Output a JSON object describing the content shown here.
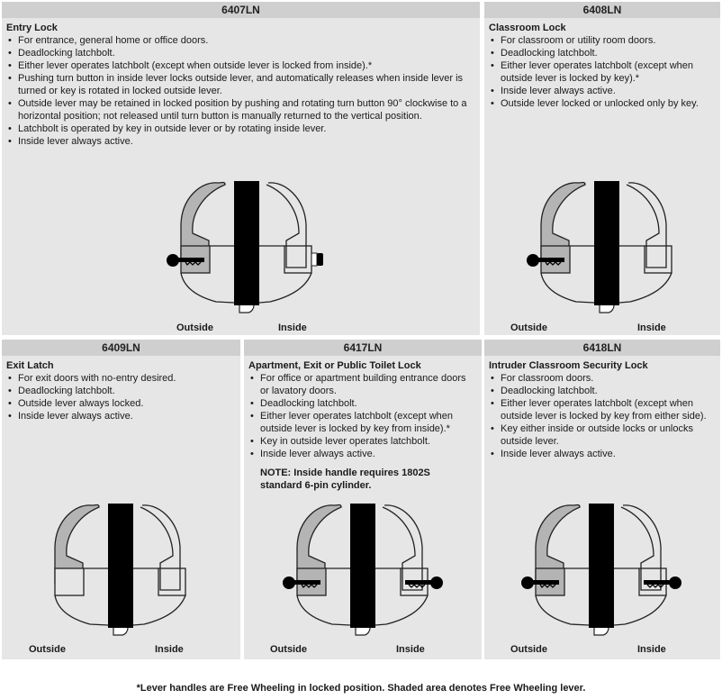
{
  "colors": {
    "panel_bg": "#e6e6e6",
    "header_bg": "#cfcfcf",
    "shaded_lever": "#b4b4b4",
    "door": "#000000"
  },
  "panels": {
    "p6407": {
      "code": "6407LN",
      "title": "Entry Lock",
      "bullets": [
        "For entrance, general home or office doors.",
        "Deadlocking latchbolt.",
        "Either lever operates latchbolt (except when outside lever is locked from inside).*",
        "Pushing turn button in inside lever locks outside lever, and automatically releases when inside lever is turned or key is rotated in locked outside lever.",
        "Outside lever may be retained in locked position by pushing and rotating turn button 90° clockwise to a horizontal position; not released until turn button is manually returned to the vertical position.",
        "Latchbolt is operated by key in outside lever or by rotating inside lever.",
        "Inside lever always active."
      ],
      "outside": "Outside",
      "inside": "Inside"
    },
    "p6408": {
      "code": "6408LN",
      "title": "Classroom Lock",
      "bullets": [
        "For classroom or utility room doors.",
        "Deadlocking latchbolt.",
        "Either lever operates latchbolt (except when outside lever is locked by key).*",
        "Inside lever always active.",
        "Outside lever locked or unlocked only by key."
      ],
      "outside": "Outside",
      "inside": "Inside"
    },
    "p6409": {
      "code": "6409LN",
      "title": "Exit Latch",
      "bullets": [
        "For exit doors with no-entry desired.",
        "Deadlocking latchbolt.",
        "Outside lever always locked.",
        "Inside lever always active."
      ],
      "outside": "Outside",
      "inside": "Inside"
    },
    "p6417": {
      "code": "6417LN",
      "title": "Apartment, Exit or Public Toilet Lock",
      "bullets": [
        "For office or apartment building entrance doors or lavatory doors.",
        "Deadlocking latchbolt.",
        "Either lever operates latchbolt (except when outside lever is locked by key from inside).*",
        "Key in outside lever operates latchbolt.",
        "Inside lever always active."
      ],
      "note": "NOTE: Inside handle requires 1802S standard 6-pin cylinder.",
      "outside": "Outside",
      "inside": "Inside"
    },
    "p6418": {
      "code": "6418LN",
      "title": "Intruder Classroom Security Lock",
      "bullets": [
        "For classroom doors.",
        "Deadlocking latchbolt.",
        "Either lever operates latchbolt (except when outside lever is locked by key from either side).",
        "Key either inside or outside locks or unlocks outside lever.",
        "Inside lever always active."
      ],
      "outside": "Outside",
      "inside": "Inside"
    }
  },
  "footnote": "*Lever handles are Free Wheeling in locked position. Shaded area denotes Free Wheeling lever."
}
